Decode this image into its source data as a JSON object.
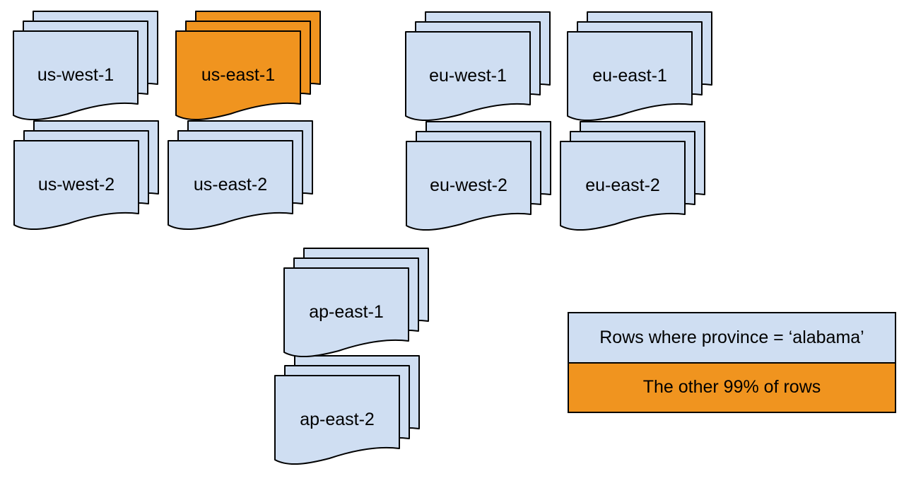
{
  "colors": {
    "region_fill": "#cfdef2",
    "highlight_fill": "#f0941f",
    "outline": "#000000",
    "background": "#ffffff"
  },
  "regions": {
    "us-west-1": {
      "label": "us-west-1",
      "highlighted": false
    },
    "us-east-1": {
      "label": "us-east-1",
      "highlighted": true
    },
    "us-west-2": {
      "label": "us-west-2",
      "highlighted": false
    },
    "us-east-2": {
      "label": "us-east-2",
      "highlighted": false
    },
    "eu-west-1": {
      "label": "eu-west-1",
      "highlighted": false
    },
    "eu-east-1": {
      "label": "eu-east-1",
      "highlighted": false
    },
    "eu-west-2": {
      "label": "eu-west-2",
      "highlighted": false
    },
    "eu-east-2": {
      "label": "eu-east-2",
      "highlighted": false
    },
    "ap-east-1": {
      "label": "ap-east-1",
      "highlighted": false
    },
    "ap-east-2": {
      "label": "ap-east-2",
      "highlighted": false
    }
  },
  "legend": {
    "items": [
      {
        "label": "Rows where province = ‘alabama’",
        "color": "#cfdef2"
      },
      {
        "label": "The other 99% of rows",
        "color": "#f0941f"
      }
    ]
  }
}
